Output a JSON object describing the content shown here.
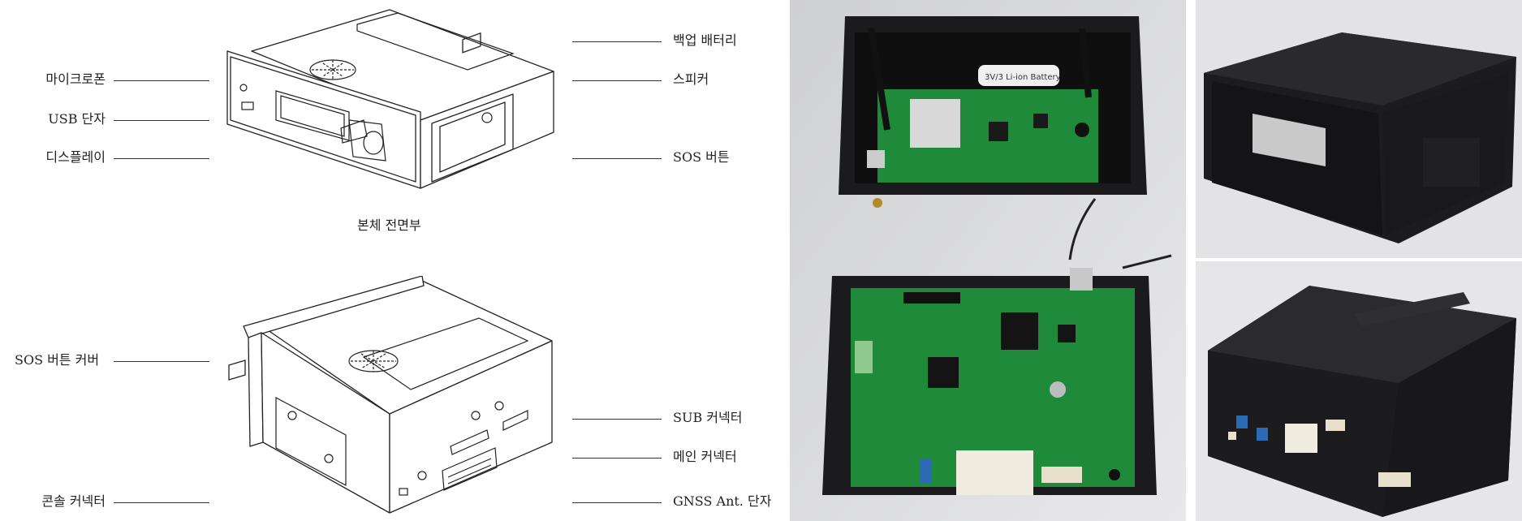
{
  "diagram": {
    "front_labels_left": [
      "마이크로폰",
      "USB 단자",
      "디스플레이"
    ],
    "front_labels_right": [
      "백업 배터리",
      "스피커",
      "SOS 버튼"
    ],
    "front_caption": "본체 전면부",
    "rear_labels_left": [
      "SOS 버튼 커버",
      "콘솔 커넥터"
    ],
    "rear_labels_right": [
      "SUB 커넥터",
      "메인 커넥터",
      "GNSS Ant. 단자"
    ]
  },
  "photos": {
    "pcb_label": "3V/3 Li-ion Battery"
  },
  "colors": {
    "pcb_green": "#1f8a3a",
    "case_black": "#1b1b1d",
    "photo_bg": "#d9d9db"
  }
}
